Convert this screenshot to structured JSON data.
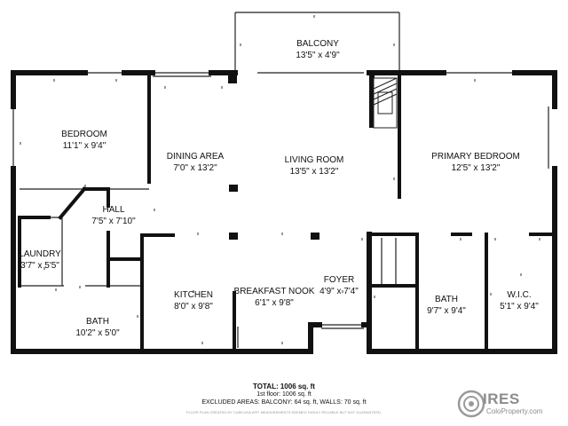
{
  "rooms": {
    "balcony": {
      "name": "BALCONY",
      "dims": "13'5\" x 4'9\""
    },
    "bedroom": {
      "name": "BEDROOM",
      "dims": "11'1\" x 9'4\""
    },
    "dining_area": {
      "name": "DINING AREA",
      "dims": "7'0\" x 13'2\""
    },
    "living_room": {
      "name": "LIVING ROOM",
      "dims": "13'5\" x 13'2\""
    },
    "primary_bedroom": {
      "name": "PRIMARY BEDROOM",
      "dims": "12'5\" x 13'2\""
    },
    "hall": {
      "name": "HALL",
      "dims": "7'5\" x 7'10\""
    },
    "laundry": {
      "name": "LAUNDRY",
      "dims": "3'7\" x 5'5\""
    },
    "kitchen": {
      "name": "KITCHEN",
      "dims": "8'0\" x 9'8\""
    },
    "breakfast_nook": {
      "name": "BREAKFAST NOOK",
      "dims": "6'1\" x 9'8\""
    },
    "foyer": {
      "name": "FOYER",
      "dims": "4'9\" x 7'4\""
    },
    "bath_left": {
      "name": "BATH",
      "dims": "10'2\" x 5'0\""
    },
    "bath_right": {
      "name": "BATH",
      "dims": "9'7\" x 9'4\""
    },
    "wic": {
      "name": "W.I.C.",
      "dims": "5'1\" x 9'4\""
    }
  },
  "footer": {
    "total": "TOTAL: 1006 sq. ft",
    "floor": "1st floor: 1006 sq. ft",
    "excluded": "EXCLUDED AREAS: BALCONY: 64 sq. ft, WALLS: 70 sq. ft",
    "fine_print": "FLOOR PLAN CREATED BY CUBICASA APP. MEASUREMENTS DEEMED HIGHLY RELIABLE BUT NOT GUARANTEED."
  },
  "logo": {
    "brand": "IRES",
    "site": "ColoProperty.com"
  }
}
